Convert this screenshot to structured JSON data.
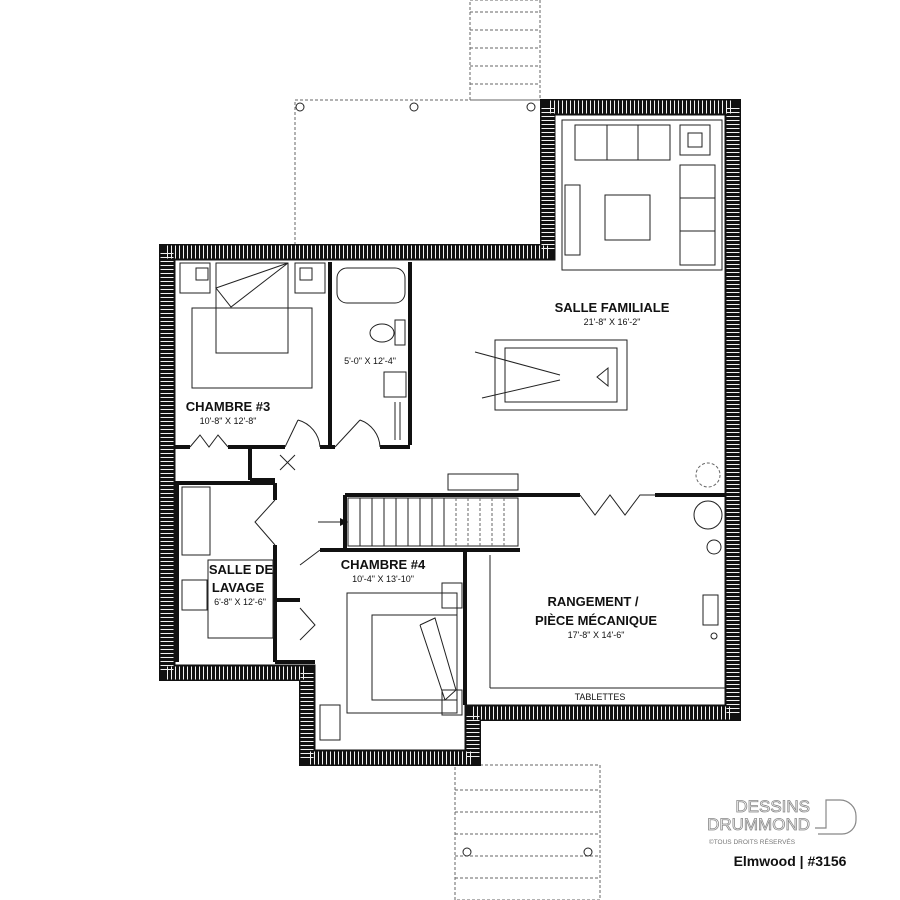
{
  "rooms": {
    "salle_familiale": {
      "name": "SALLE FAMILIALE",
      "size": "21'-8\" X 16'-2\""
    },
    "chambre3": {
      "name": "CHAMBRE #3",
      "size": "10'-8\" X 12'-8\""
    },
    "salle_bain": {
      "size": "5'-0\" X 12'-4\""
    },
    "salle_lavage": {
      "name_line1": "SALLE DE",
      "name_line2": "LAVAGE",
      "size": "6'-8\" X 12'-6\""
    },
    "chambre4": {
      "name": "CHAMBRE #4",
      "size": "10'-4\" X 13'-10\""
    },
    "rangement": {
      "name_line1": "RANGEMENT /",
      "name_line2": "PIÈCE MÉCANIQUE",
      "size": "17'-8\" X 14'-6\""
    },
    "tablettes": "TABLETTES"
  },
  "branding": {
    "company_line1": "DESSINS",
    "company_line2": "DRUMMOND",
    "rights": "©TOUS DROITS RÉSERVÉS",
    "plan_name": "Elmwood | #3156"
  }
}
